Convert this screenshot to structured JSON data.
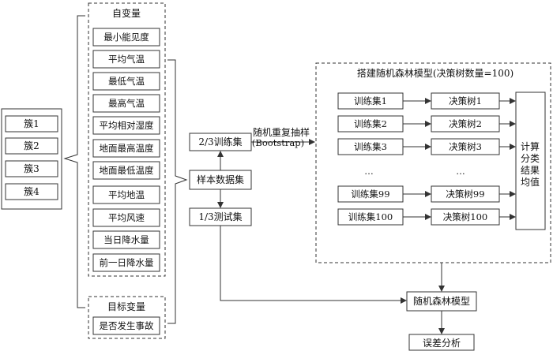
{
  "clusters": [
    "簇1",
    "簇2",
    "簇3",
    "簇4"
  ],
  "independent": {
    "title": "自变量",
    "items": [
      "最小能见度",
      "平均气温",
      "最低气温",
      "最高气温",
      "平均相对湿度",
      "地面最高温度",
      "地面最低温度",
      "平均地温",
      "平均风速",
      "当日降水量",
      "前一日降水量"
    ]
  },
  "target": {
    "title": "目标变量",
    "item": "是否发生事故"
  },
  "sample_dataset": "样本数据集",
  "train_split": "2/3训练集",
  "test_split": "1/3测试集",
  "bootstrap": {
    "line1": "随机重复抽样",
    "line2": "(Bootstrap)"
  },
  "forest": {
    "title": "搭建随机森林模型(决策树数量=100)",
    "rows": [
      {
        "train": "训练集1",
        "tree": "决策树1"
      },
      {
        "train": "训练集2",
        "tree": "决策树2"
      },
      {
        "train": "训练集3",
        "tree": "决策树3"
      },
      {
        "train": "…",
        "tree": "…"
      },
      {
        "train": "训练集99",
        "tree": "决策树99"
      },
      {
        "train": "训练集100",
        "tree": "决策树100"
      }
    ],
    "aggregate": [
      "计算",
      "分类",
      "结果",
      "均值"
    ]
  },
  "rf_model": "随机森林模型",
  "error_analysis": "误差分析"
}
